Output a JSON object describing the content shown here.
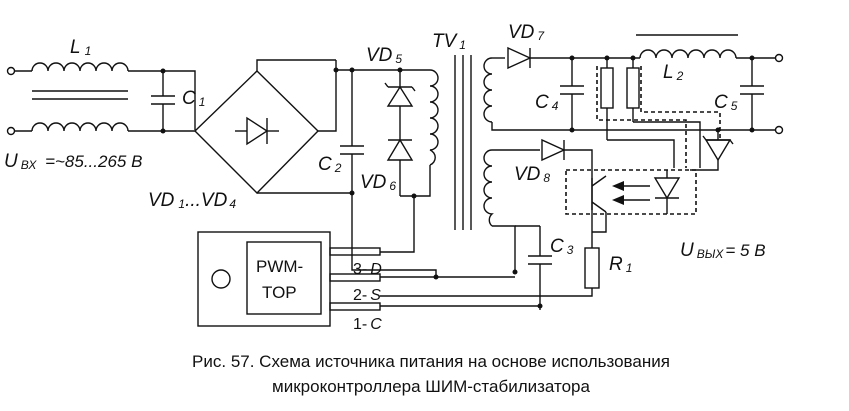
{
  "labels": {
    "L1": {
      "main": "L",
      "sub": "1"
    },
    "C1": {
      "main": "C",
      "sub": "1"
    },
    "VD5": {
      "main": "VD",
      "sub": "5"
    },
    "TV1": {
      "main": "TV",
      "sub": "1"
    },
    "VD7": {
      "main": "VD",
      "sub": "7"
    },
    "L2": {
      "main": "L",
      "sub": "2"
    },
    "C4": {
      "main": "C",
      "sub": "4"
    },
    "C5": {
      "main": "C",
      "sub": "5"
    },
    "C2": {
      "main": "C",
      "sub": "2"
    },
    "VD6": {
      "main": "VD",
      "sub": "6"
    },
    "VD8": {
      "main": "VD",
      "sub": "8"
    },
    "C3": {
      "main": "C",
      "sub": "3"
    },
    "R1": {
      "main": "R",
      "sub": "1"
    },
    "VD1_4": {
      "a": "VD",
      "a_sub": "1",
      "mid": "...VD",
      "b_sub": "4"
    },
    "uin": {
      "main": "U",
      "sub": "ВХ",
      "value": " =~85...265 В"
    },
    "uout": {
      "main": "U",
      "sub": "ВЫХ",
      "value": "= 5 В"
    }
  },
  "chip": {
    "name_line1": "PWM-",
    "name_line2": "TOP",
    "pins": [
      {
        "num": "3-",
        "name": "D"
      },
      {
        "num": "2-",
        "name": "S"
      },
      {
        "num": "1-",
        "name": "C"
      }
    ]
  },
  "caption": {
    "line1": "Рис. 57. Схема источника питания на основе использования",
    "line2": "микроконтроллера ШИМ-стабилизатора"
  }
}
